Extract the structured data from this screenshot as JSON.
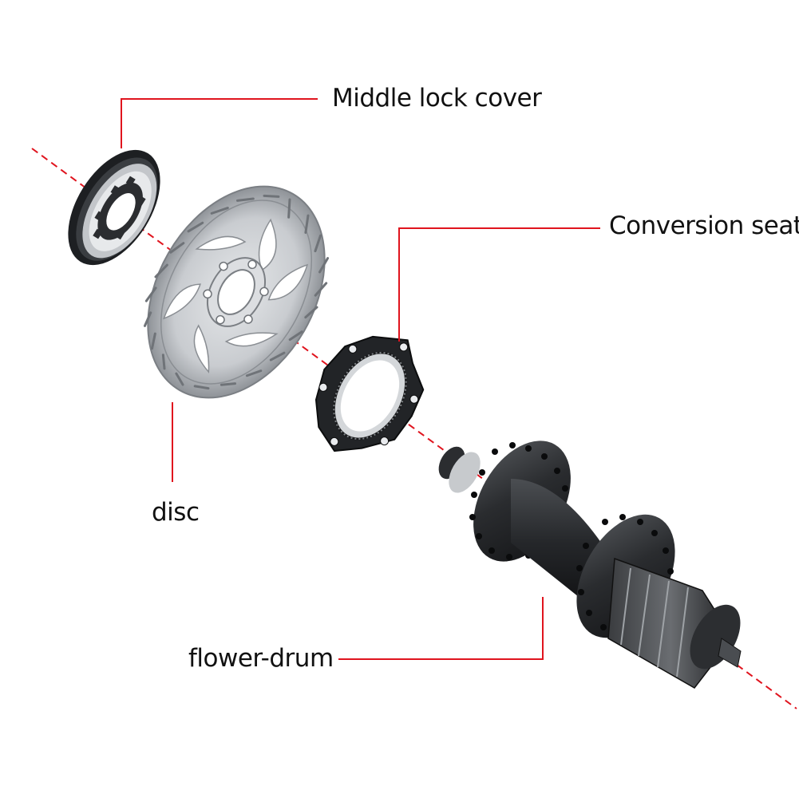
{
  "labels": {
    "middle_lock_cover": "Middle lock cover",
    "conversion_seat": "Conversion seat",
    "disc": "disc",
    "flower_drum": "flower-drum"
  },
  "colors": {
    "leader_line": "#e0141e",
    "axis_line": "#e0141e",
    "metal_dark": "#1f2124",
    "metal_silver": "#c9ccd0",
    "background": "#ffffff"
  },
  "parts": [
    "lock-ring",
    "brake-rotor",
    "adapter-ring",
    "rear-hub"
  ]
}
